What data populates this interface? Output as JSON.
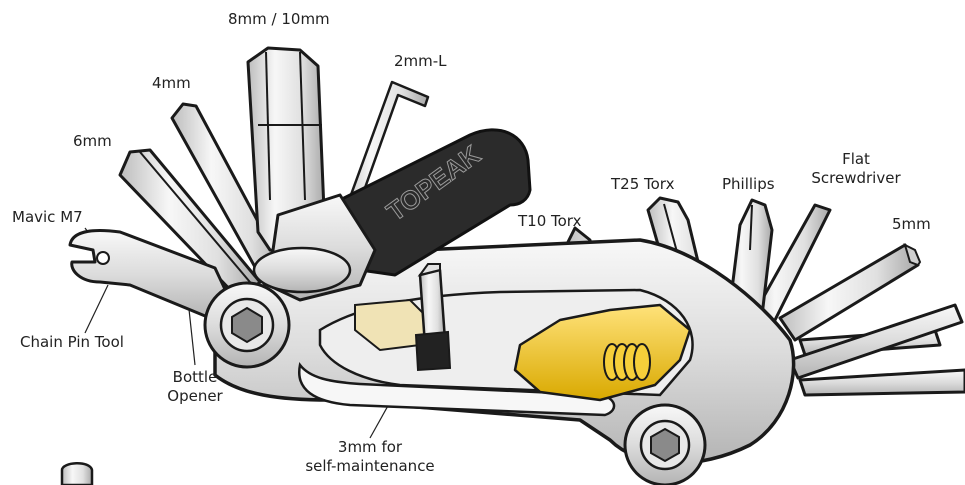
{
  "brand_text": "TOPEAK",
  "colors": {
    "steel_light": "#f2f2f2",
    "steel_mid": "#d8d8d8",
    "steel_dark": "#a9a9a9",
    "outline": "#1a1a1a",
    "gold": "#f0c31c",
    "gold_dark": "#c99a00",
    "rubber": "#2b2b2b"
  },
  "labels": {
    "hex_8_10": "8mm / 10mm",
    "hex_2_l": "2mm-L",
    "hex_4": "4mm",
    "hex_6": "6mm",
    "mavic": "Mavic M7",
    "chain_pin": "Chain Pin Tool",
    "bottle_line1": "Bottle",
    "bottle_line2": "Opener",
    "hex_3_line1": "3mm for",
    "hex_3_line2": "self-maintenance",
    "t10": "T10 Torx",
    "t25": "T25 Torx",
    "phillips": "Phillips",
    "flat_line1": "Flat",
    "flat_line2": "Screwdriver",
    "hex_5": "5mm"
  }
}
